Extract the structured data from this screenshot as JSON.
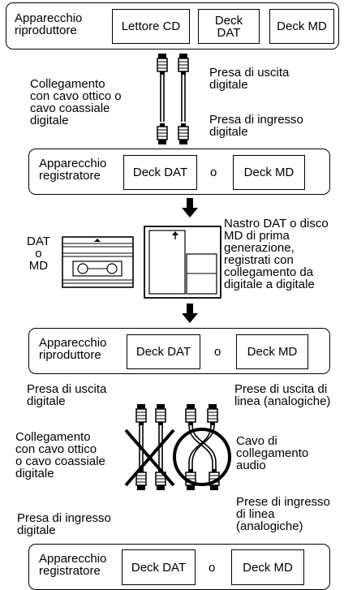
{
  "players": {
    "source_label": "Apparecchio\nriproduttore",
    "cd": "Lettore CD",
    "dat_deck": "Deck\nDAT",
    "md_deck": "Deck MD"
  },
  "step1": {
    "cable_label": "Collegamento\ncon cavo ottico o\ncavo coassiale\ndigitale",
    "out_jack": "Presa di uscita\ndigitale",
    "in_jack": "Presa di ingresso\ndigitale"
  },
  "recorder1": {
    "label": "Apparecchio\nregistratore",
    "dat": "Deck DAT",
    "or": "o",
    "md": "Deck MD"
  },
  "media": {
    "left_label": "DAT\no\nMD",
    "desc": "Nastro DAT o disco\nMD di prima\ngenerazione,\nregistrati con\ncollegamento da\ndigitale a digitale"
  },
  "player2": {
    "label": "Apparecchio\nriproduttore",
    "dat": "Deck DAT",
    "or": "o",
    "md": "Deck MD"
  },
  "step2": {
    "digital_out": "Presa di uscita\ndigitale",
    "line_out": "Prese di uscita di\nlinea (analogiche)",
    "cable_label": "Collegamento\ncon cavo ottico\no cavo coassiale\ndigitale",
    "audio_cable": "Cavo di\ncollegamento\naudio",
    "line_in": "Prese di ingresso\ndi linea\n(analogiche)",
    "digital_in": "Presa di ingresso\ndigitale"
  },
  "recorder2": {
    "label": "Apparecchio\nregistratore",
    "dat": "Deck DAT",
    "or": "o",
    "md": "Deck MD"
  }
}
